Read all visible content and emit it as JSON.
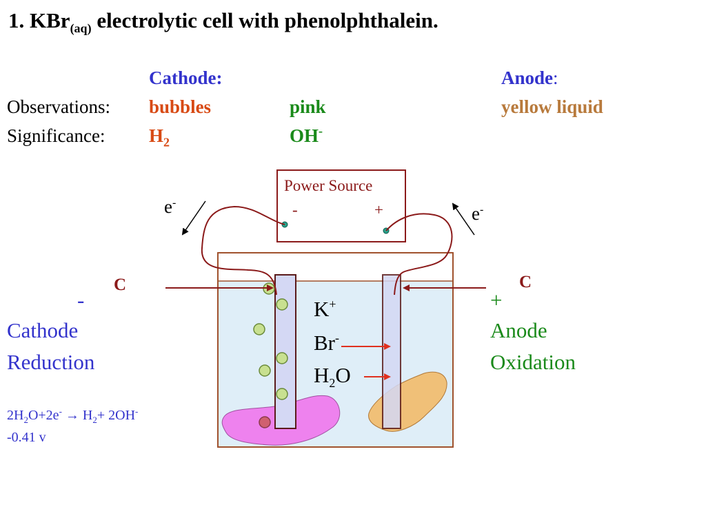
{
  "title": {
    "prefix": "1.  KBr",
    "sub": "(aq)",
    "rest": " electrolytic cell with phenolphthalein."
  },
  "table": {
    "cathode_header": "Cathode:",
    "anode_header": "Anode",
    "anode_colon": ":",
    "observations_label": "Observations:",
    "significance_label": "Significance:",
    "obs_bubbles": "bubbles",
    "obs_pink": "pink",
    "obs_anode": "yellow  liquid",
    "sig_h": "H",
    "sig_h_sub": "2",
    "sig_oh": "OH",
    "sig_oh_sup": "-"
  },
  "power": {
    "label": "Power Source",
    "minus": "-",
    "plus": "+"
  },
  "electron_left": {
    "e": "e",
    "sup": "-"
  },
  "electron_right": {
    "e": "e",
    "sup": "-"
  },
  "cathode_side": {
    "electrode": "C",
    "sign": "-",
    "name": "Cathode",
    "process": "Reduction"
  },
  "anode_side": {
    "electrode": "C",
    "sign": "+",
    "name": "Anode",
    "process": "Oxidation"
  },
  "ions": {
    "k": "K",
    "k_sup": "+",
    "br": "Br",
    "br_sup": "-",
    "h2o_h": "H",
    "h2o_sub": "2",
    "h2o_o": "O"
  },
  "equation": {
    "p1": "2H",
    "s1": "2",
    "p2": "O+2e",
    "sup1": "-",
    "arrow": " → H",
    "s2": "2",
    "p3": "+ 2OH",
    "sup2": "-",
    "voltage": "-0.41 v"
  },
  "colors": {
    "title_blue": "#3333cc",
    "bubbles_red": "#d84a14",
    "pink_green": "#1a8a1a",
    "yellow_brown": "#b87a3c",
    "wire": "#8b1a1a",
    "solution": "#dfeef8",
    "pink_blob": "#ee82ee",
    "yellow_blob": "#f0c078",
    "bubble": "#c8e090"
  }
}
